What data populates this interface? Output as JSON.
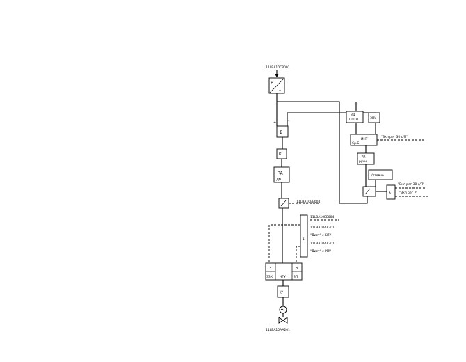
{
  "diagram": {
    "sensor_tag": "11LBA10CP001",
    "sensor_symbol": "P",
    "sensor_minus": "–",
    "summator_plus": "+",
    "summator_minus": "–",
    "summator_symbol": "Σ",
    "gain_label": "Кl",
    "pd_line1": "ПД",
    "pd_line2": "Дб",
    "switch_tag": "11LBA10EE004",
    "zd_tpn_line1": "ЗД",
    "zd_tpn_line2": "Т-ПТН",
    "upn_label": "ЗПУ",
    "int_label": "ИНТ",
    "int_sub": "Ср.Б",
    "zd_ruch_line1": "ЗД",
    "zd_ruch_line2": "ручн.",
    "ustavka_label": "Уставка",
    "selector_label": "А",
    "note_vkl_reg_1": "\"Вкл рег 30 с/П\"",
    "note_vkl_reg_2": "\"Вкл рег 30 с/П\"",
    "note_vkl_reg_p": "\"Вкл рег Р\"",
    "stack_tag_1": "11LBA10EE004",
    "stack_tag_2": "11LBA10AA201",
    "stack_note_1": "\"Дист\" с БПУ",
    "stack_tag_3": "11LBA10AA201",
    "stack_note_2": "\"Дист\" с РПУ",
    "stack_block_label": "1",
    "nku_left_top": "З",
    "nku_left_bottom": "ЗЗК",
    "nku_center": "НГУ",
    "nku_right_top": "З",
    "nku_right_bottom": "ЗП",
    "drive_symbol": "▽",
    "valve_tag": "11LBA10AA201"
  }
}
